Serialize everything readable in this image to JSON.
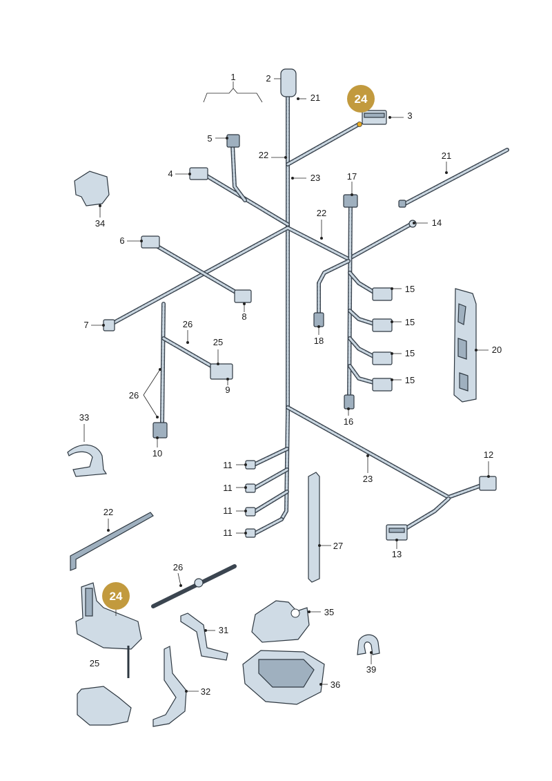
{
  "labels": [
    {
      "id": "1",
      "text": "1"
    },
    {
      "id": "2",
      "text": "2"
    },
    {
      "id": "3",
      "text": "3"
    },
    {
      "id": "4",
      "text": "4"
    },
    {
      "id": "5",
      "text": "5"
    },
    {
      "id": "6",
      "text": "6"
    },
    {
      "id": "7",
      "text": "7"
    },
    {
      "id": "8",
      "text": "8"
    },
    {
      "id": "9",
      "text": "9"
    },
    {
      "id": "10",
      "text": "10"
    },
    {
      "id": "11a",
      "text": "11"
    },
    {
      "id": "11b",
      "text": "11"
    },
    {
      "id": "11c",
      "text": "11"
    },
    {
      "id": "11d",
      "text": "11"
    },
    {
      "id": "12",
      "text": "12"
    },
    {
      "id": "13",
      "text": "13"
    },
    {
      "id": "14",
      "text": "14"
    },
    {
      "id": "15a",
      "text": "15"
    },
    {
      "id": "15b",
      "text": "15"
    },
    {
      "id": "15c",
      "text": "15"
    },
    {
      "id": "15d",
      "text": "15"
    },
    {
      "id": "16",
      "text": "16"
    },
    {
      "id": "17",
      "text": "17"
    },
    {
      "id": "18",
      "text": "18"
    },
    {
      "id": "20",
      "text": "20"
    },
    {
      "id": "21a",
      "text": "21"
    },
    {
      "id": "21b",
      "text": "21"
    },
    {
      "id": "22a",
      "text": "22"
    },
    {
      "id": "22b",
      "text": "22"
    },
    {
      "id": "22c",
      "text": "22"
    },
    {
      "id": "23a",
      "text": "23"
    },
    {
      "id": "23b",
      "text": "23"
    },
    {
      "id": "25a",
      "text": "25"
    },
    {
      "id": "25b",
      "text": "25"
    },
    {
      "id": "26a",
      "text": "26"
    },
    {
      "id": "26b",
      "text": "26"
    },
    {
      "id": "26c",
      "text": "26"
    },
    {
      "id": "27",
      "text": "27"
    },
    {
      "id": "31",
      "text": "31"
    },
    {
      "id": "32",
      "text": "32"
    },
    {
      "id": "33",
      "text": "33"
    },
    {
      "id": "34",
      "text": "34"
    },
    {
      "id": "35",
      "text": "35"
    },
    {
      "id": "36",
      "text": "36"
    },
    {
      "id": "39",
      "text": "39"
    }
  ],
  "badges": [
    {
      "id": "top",
      "text": "24"
    },
    {
      "id": "bottom",
      "text": "24"
    }
  ],
  "colors": {
    "badge": "#c29a3e",
    "wire": "#3b4550",
    "part": "#cfdbe5"
  }
}
